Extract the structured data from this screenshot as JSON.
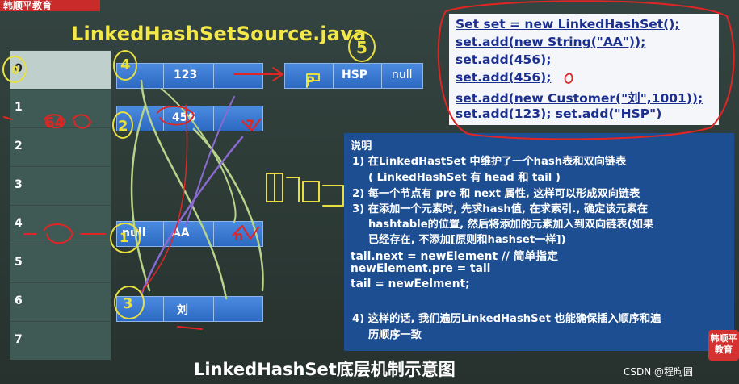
{
  "watermark_badge": "韩顺平教育",
  "title": "LinkedHashSetSource.java",
  "caption": "LinkedHashSet底层机制示意图",
  "code": [
    "Set set = new LinkedHashSet();",
    "set.add(new String(\"AA\"));",
    "set.add(456);",
    "set.add(456);",
    "set.add(new Customer(\"刘\",1001));",
    "set.add(123); set.add(\"HSP\")"
  ],
  "description": [
    "说明",
    "1) 在LinkedHastSet 中维护了一个hash表和双向链表",
    "( LinkedHashSet 有 head 和 tail )",
    "2) 每一个节点有 pre 和 next 属性, 这样可以形成双向链表",
    "3) 在添加一个元素时, 先求hash值, 在求索引., 确定该元素在",
    "hashtable的位置, 然后将添加的元素加入到双向链表(如果",
    "已经存在, 不添加[原则和hashset一样])",
    "tail.next = newElement // 简单指定",
    "newElement.pre = tail",
    "tail = newEelment;",
    "4) 这样的话, 我们遍历LinkedHashSet 也能确保插入顺序和遍",
    "历顺序一致"
  ],
  "table_indices": [
    "0",
    "1",
    "2",
    "3",
    "4",
    "5",
    "6",
    "7"
  ],
  "nodes": {
    "n123": {
      "value": "123"
    },
    "n456": {
      "value": "456"
    },
    "nAA": {
      "pre": "null",
      "value": "AA"
    },
    "nLiu": {
      "value": "刘"
    },
    "nHSP": {
      "value": "HSP",
      "next": "null"
    }
  },
  "annotations": {
    "n4": "4",
    "n5": "5",
    "n2": "2",
    "n3": "3",
    "n1": "1",
    "n0": "0",
    "p_mark": "P",
    "n64": "64",
    "n7": "7",
    "n_mark": "n"
  },
  "footer": {
    "csdn": "CSDN @程昫圆",
    "corner_badge": "韩顺平教育"
  },
  "colors": {
    "title": "#f3e84a",
    "node_blue": "#2d69c2",
    "desc_bg": "#1d4e92",
    "code_text": "#1b2f8e",
    "red_ink": "#e02525",
    "yellow_ink": "#e8e040",
    "green_arrow": "#b8d38a",
    "purple_arrow": "#8a6ad0"
  }
}
